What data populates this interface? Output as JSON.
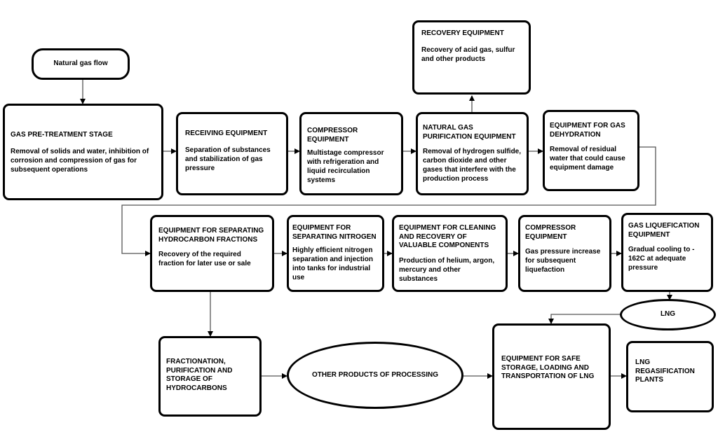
{
  "start": {
    "label": "Natural gas flow"
  },
  "recovery": {
    "title": "RECOVERY EQUIPMENT",
    "desc": "Recovery of acid gas, sulfur and other products"
  },
  "row1": [
    {
      "title": "GAS PRE-TREATMENT STAGE",
      "desc": "Removal of solids and water, inhibition of corrosion and compression of gas for subsequent operations"
    },
    {
      "title": "RECEIVING EQUIPMENT",
      "desc": "Separation of substances and stabilization of gas pressure"
    },
    {
      "title": "COMPRESSOR EQUIPMENT",
      "desc": "Multistage compressor with refrigeration and liquid recirculation systems"
    },
    {
      "title": "NATURAL GAS PURIFICATION EQUIPMENT",
      "desc": "Removal of hydrogen sulfide, carbon dioxide and other gases that interfere with the production process"
    },
    {
      "title": "EQUIPMENT FOR GAS DEHYDRATION",
      "desc": "Removal of residual water that could cause equipment damage"
    }
  ],
  "row2": [
    {
      "title": "EQUIPMENT FOR SEPARATING HYDROCARBON FRACTIONS",
      "desc": "Recovery of the required fraction for later use or sale"
    },
    {
      "title": "EQUIPMENT FOR SEPARATING NITROGEN",
      "desc": "Highly efficient nitrogen separation and injection into tanks for industrial use"
    },
    {
      "title": "EQUIPMENT FOR CLEANING AND RECOVERY OF VALUABLE COMPONENTS",
      "desc": "Production of helium, argon, mercury and other substances"
    },
    {
      "title": "COMPRESSOR EQUIPMENT",
      "desc": "Gas pressure increase for subsequent liquefaction"
    },
    {
      "title": "GAS LIQUEFICATION EQUIPMENT",
      "desc": "Gradual cooling to - 162C at adequate pressure"
    }
  ],
  "lng": {
    "label": "LNG"
  },
  "row3": {
    "fractionation": "FRACTIONATION, PURIFICATION AND STORAGE OF HYDROCARBONS",
    "other_products": "OTHER PRODUCTS OF PROCESSING",
    "storage": "EQUIPMENT FOR SAFE STORAGE, LOADING AND TRANSPORTATION OF LNG",
    "regas": "LNG REGASIFICATION PLANTS"
  }
}
